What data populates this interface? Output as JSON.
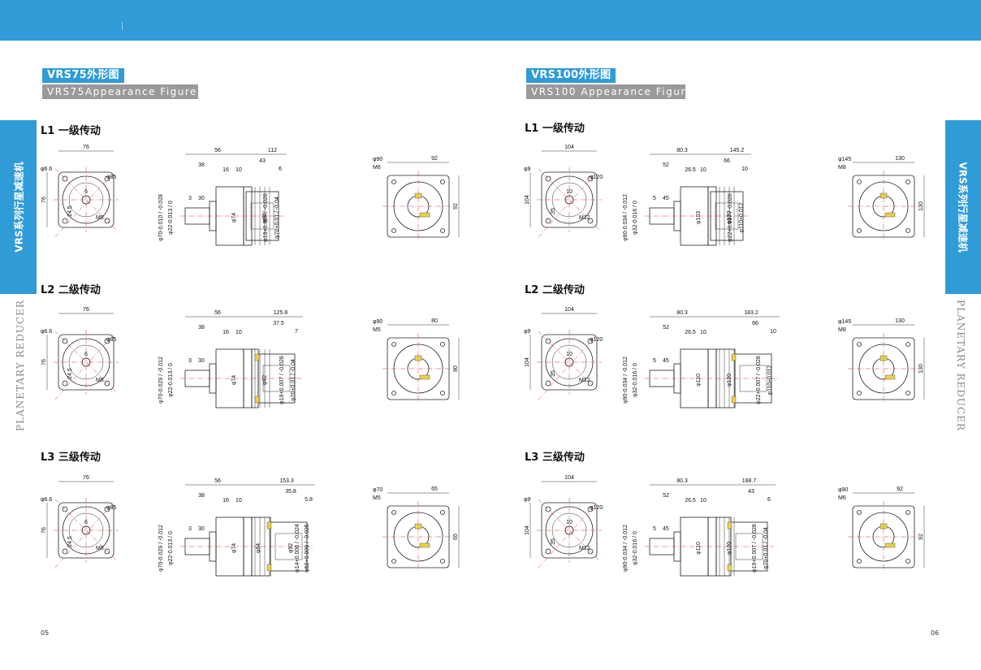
{
  "header": {
    "bar_color": "#2f9bd7"
  },
  "left_page": {
    "section_title": "VRS75外形图",
    "section_subtitle": "VRS75Appearance Figure",
    "side_tab": "VRS系列行星减速机",
    "side_label": "PLANETARY REDUCER",
    "page_number": "05",
    "stages": [
      {
        "label": "L1 一级传动",
        "front": {
          "square": "76",
          "hole": "φ6.6",
          "pcd": "φ85",
          "height": "76",
          "key": "6",
          "shaft": "24.5",
          "thread": "M8"
        },
        "side": {
          "len_a": "56",
          "len_b": "112",
          "len_c": "38",
          "len_d": "16",
          "len_e": "10",
          "len_f": "43",
          "len_g": "6",
          "len_h": "3",
          "len_i": "30",
          "dia_1": "φ70-0.010 / -0.028",
          "dia_2": "φ22-0.013 / 0",
          "dia_3": "φ74",
          "dia_4": "φ92",
          "dia_5": "φ19+0.007 / -0.028",
          "dia_6": "φ70+0.01 / -0.04"
        },
        "rear": {
          "width": "92",
          "height": "92",
          "bolt": "φ90",
          "thread": "M6"
        }
      },
      {
        "label": "L2 二级传动",
        "front": {
          "square": "76",
          "hole": "φ6.6",
          "pcd": "φ85",
          "height": "76",
          "key": "6",
          "shaft": "24.5",
          "thread": "M8"
        },
        "side": {
          "len_a": "56",
          "len_b": "125.8",
          "len_c": "38",
          "len_d": "16",
          "len_e": "10",
          "len_f": "37.5",
          "len_g": "7",
          "len_h": "3",
          "len_i": "30",
          "dia_1": "φ70-0.029 / -0.012",
          "dia_2": "φ22-0.013 / 0",
          "dia_3": "φ74",
          "dia_4": "φ92",
          "dia_5": "φ19+0.007 / -0.028",
          "dia_6": "φ70+0.01 / -0.04"
        },
        "rear": {
          "width": "80",
          "height": "80",
          "bolt": "φ90",
          "thread": "M5"
        }
      },
      {
        "label": "L3 三级传动",
        "front": {
          "square": "76",
          "hole": "φ6.6",
          "pcd": "φ85",
          "height": "76",
          "key": "6",
          "shaft": "24.5",
          "thread": "M8"
        },
        "side": {
          "len_a": "56",
          "len_b": "153.3",
          "len_c": "38",
          "len_d": "16",
          "len_e": "10",
          "len_f": "35.8",
          "len_g": "5.8",
          "len_h": "3",
          "len_i": "30",
          "dia_1": "φ70-0.029 / -0.012",
          "dia_2": "φ22-0.013 / 0",
          "dia_3": "φ74",
          "dia_4": "φ84",
          "dia_5": "φ92",
          "dia_6": "φ14+0.006 / -0.024",
          "dia_7": "φ50+0.009 / -0.025"
        },
        "rear": {
          "width": "65",
          "height": "65",
          "bolt": "φ70",
          "thread": "M5"
        }
      }
    ]
  },
  "right_page": {
    "section_title": "VRS100外形图",
    "section_subtitle": "VRS100 Appearance Figure",
    "side_tab": "VRS系列行星减速机",
    "side_label": "PLANETARY REDUCER",
    "page_number": "06",
    "stages": [
      {
        "label": "L1 一级传动",
        "front": {
          "square": "104",
          "hole": "φ9",
          "pcd": "φ120",
          "height": "104",
          "key": "10",
          "shaft": "35",
          "thread": "M12"
        },
        "side": {
          "len_a": "80.3",
          "len_b": "145.2",
          "len_c": "52",
          "len_d": "26.5",
          "len_e": "10",
          "len_f": "66",
          "len_g": "10",
          "len_h": "5",
          "len_i": "45",
          "dia_1": "φ90-0.034 / -0.012",
          "dia_2": "φ32-0.016 / 0",
          "dia_3": "φ103",
          "dia_4": "φ120",
          "dia_5": "φ22+0.007 / -0.028",
          "dia_6": "φ110±0.012"
        },
        "rear": {
          "width": "130",
          "height": "130",
          "bolt": "φ145",
          "thread": "M8"
        }
      },
      {
        "label": "L2 二级传动",
        "front": {
          "square": "104",
          "hole": "φ9",
          "pcd": "φ120",
          "height": "104",
          "key": "10",
          "shaft": "35",
          "thread": "M12"
        },
        "side": {
          "len_a": "80.3",
          "len_b": "183.2",
          "len_c": "52",
          "len_d": "26.5",
          "len_e": "10",
          "len_f": "66",
          "len_g": "10",
          "len_h": "5",
          "len_i": "45",
          "dia_1": "φ90-0.034 / -0.012",
          "dia_2": "φ32-0.016 / 0",
          "dia_3": "φ110",
          "dia_4": "φ120",
          "dia_5": "φ22+0.007 / -0.028",
          "dia_6": "φ110±0.012"
        },
        "rear": {
          "width": "130",
          "height": "130",
          "bolt": "φ145",
          "thread": "M8"
        }
      },
      {
        "label": "L3 三级传动",
        "front": {
          "square": "104",
          "hole": "φ9",
          "pcd": "φ120",
          "height": "104",
          "key": "10",
          "shaft": "35",
          "thread": "M12"
        },
        "side": {
          "len_a": "80.3",
          "len_b": "188.7",
          "len_c": "52",
          "len_d": "26.5",
          "len_e": "10",
          "len_f": "43",
          "len_g": "6",
          "len_h": "5",
          "len_i": "45",
          "dia_1": "φ90-0.034 / -0.012",
          "dia_2": "φ32-0.016 / 0",
          "dia_3": "φ110",
          "dia_4": "φ120",
          "dia_5": "φ19+0.007 / -0.028",
          "dia_6": "φ70+0.01 / -0.04"
        },
        "rear": {
          "width": "92",
          "height": "92",
          "bolt": "φ90",
          "thread": "M6"
        }
      }
    ]
  }
}
